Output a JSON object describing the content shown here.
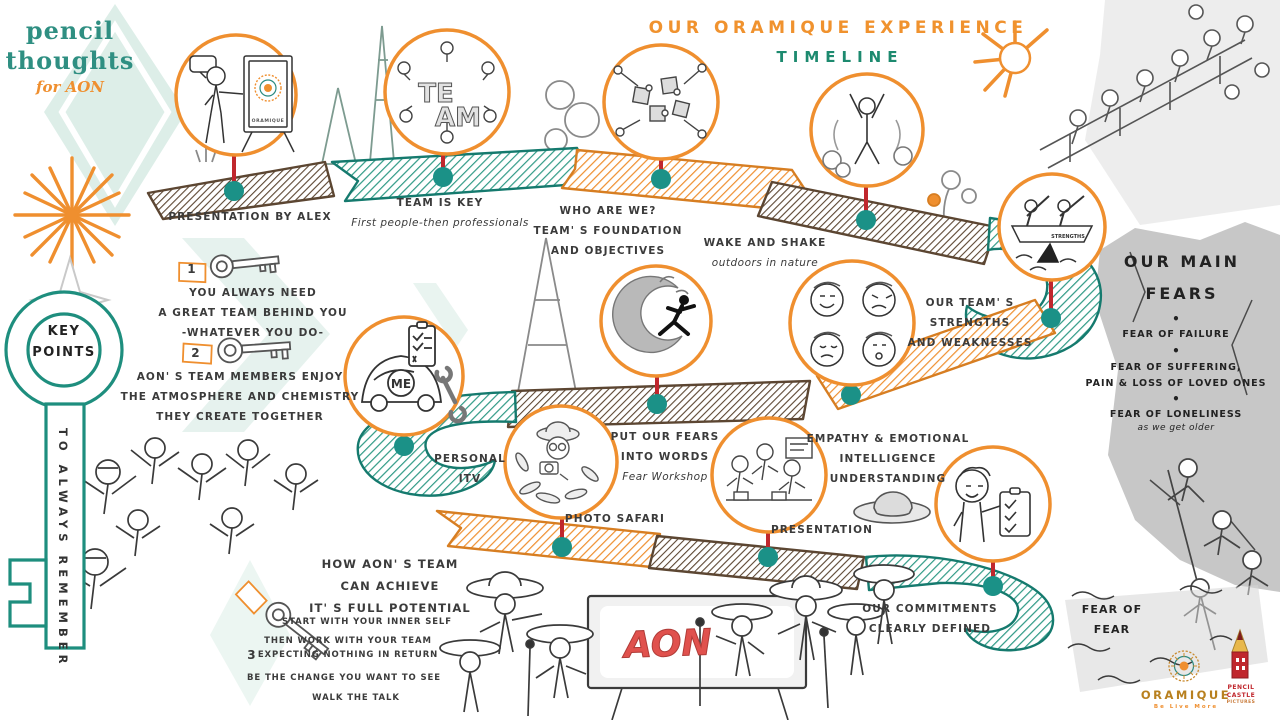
{
  "brand": {
    "name1": "pencil",
    "name2": "thoughts",
    "tagline": "for AON"
  },
  "title": {
    "line1": "OUR ORAMIQUE EXPERIENCE",
    "line2": "TIMELINE"
  },
  "stops": {
    "alex": {
      "label": "PRESENTATION BY ALEX"
    },
    "team": {
      "label": "TEAM IS KEY",
      "sub": "First people-then professionals"
    },
    "who": {
      "l1": "WHO ARE WE?",
      "l2": "TEAM' S FOUNDATION",
      "l3": "AND OBJECTIVES"
    },
    "wake": {
      "l1": "WAKE AND SHAKE",
      "sub": "outdoors in nature"
    },
    "strengths": {
      "l1": "OUR TEAM' S",
      "l2": "STRENGTHS",
      "l3": "AND WEAKNESSES"
    },
    "empathy": {
      "l1": "EMPATHY & EMOTIONAL",
      "l2": "INTELLIGENCE",
      "l3": "UNDERSTANDING"
    },
    "fearwords": {
      "l1": "PUT OUR FEARS",
      "l2": "INTO WORDS",
      "sub": "Fear Workshop"
    },
    "itv": {
      "l1": "PERSONAL",
      "l2": "ITV"
    },
    "photo": {
      "label": "PHOTO SAFARI"
    },
    "present": {
      "label": "PRESENTATION"
    },
    "commit": {
      "l1": "OUR COMMITMENTS",
      "l2": "CLEARLY DEFINED"
    }
  },
  "keypoints": {
    "title1": "KEY",
    "title2": "POINTS",
    "vertical": "TO ALWAYS REMEMBER",
    "k1": {
      "num": "1",
      "l1": "YOU ALWAYS NEED",
      "l2": "A GREAT TEAM BEHIND YOU",
      "l3": "-WHATEVER YOU DO-"
    },
    "k2": {
      "num": "2",
      "l1": "AON' S TEAM MEMBERS ENJOY",
      "l2": "THE ATMOSPHERE AND CHEMISTRY",
      "l3": "THEY CREATE TOGETHER"
    },
    "k3": {
      "num": "3",
      "l1": "HOW AON' S TEAM",
      "l2": "CAN ACHIEVE",
      "l3": "IT' S FULL POTENTIAL",
      "items": [
        "START WITH YOUR INNER SELF",
        "THEN WORK WITH YOUR TEAM",
        "EXPECTING NOTHING IN RETURN",
        "BE THE CHANGE YOU WANT TO SEE",
        "WALK THE TALK"
      ]
    }
  },
  "fears_rock": {
    "t1": "OUR MAIN",
    "t2": "FEARS",
    "f1": "FEAR OF FAILURE",
    "f2a": "FEAR OF SUFFERING,",
    "f2b": "PAIN & LOSS OF LOVED ONES",
    "f3a": "FEAR OF LONELINESS",
    "f3b": "as we get older",
    "water1": "FEAR OF",
    "water2": "FEAR"
  },
  "illus": {
    "boat": "STRENGTHS",
    "car": "ME",
    "team_a": "TE",
    "team_b": "AM",
    "aon": "AON",
    "board": "ORAMIQUE"
  },
  "footer": {
    "oramique": "ORAMIQUE",
    "oramique_sub": "Be  Live  More",
    "pcp1": "PENCIL",
    "pcp2": "CASTLE",
    "pcp3": "PICTURES"
  },
  "colors": {
    "teal": "#1E8E7E",
    "orange": "#EF8F2F",
    "brown": "#5C4632",
    "red": "#C0272D",
    "ink": "#3B3B3B",
    "mint": "#DDEEE8"
  }
}
